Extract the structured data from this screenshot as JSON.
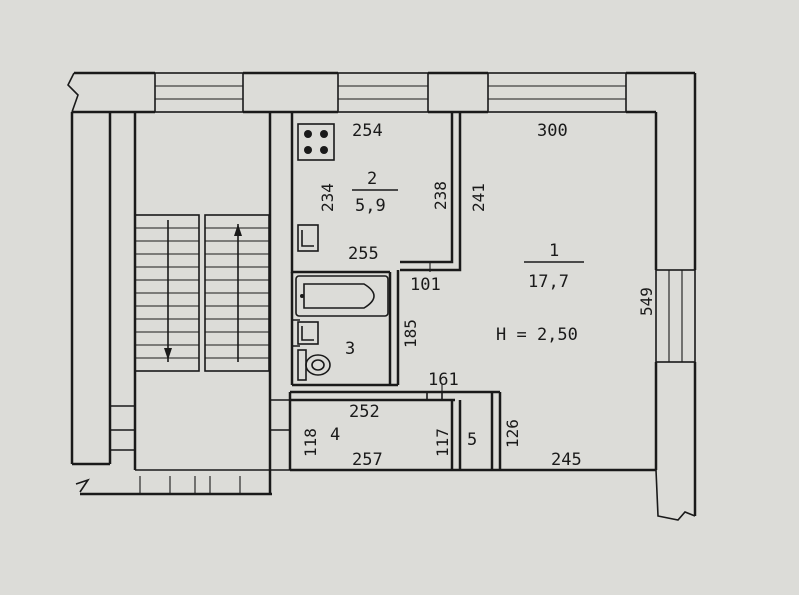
{
  "rooms": {
    "room1": {
      "number": "1",
      "area": "17,7"
    },
    "room2": {
      "number": "2",
      "area": "5,9"
    },
    "room3": {
      "number": "3"
    },
    "room4": {
      "number": "4"
    },
    "room5": {
      "number": "5"
    }
  },
  "ceiling_height": "H = 2,50",
  "dimensions": {
    "d254": "254",
    "d300": "300",
    "d234": "234",
    "d238": "238",
    "d241": "241",
    "d255": "255",
    "d101": "101",
    "d549": "549",
    "d185": "185",
    "d161": "161",
    "d252": "252",
    "d118": "118",
    "d117": "117",
    "d126": "126",
    "d257": "257",
    "d245": "245"
  },
  "icons": {
    "stove": "stove-icon",
    "kitchen_sink": "sink-icon",
    "bathtub": "bathtub-icon",
    "washbasin": "washbasin-icon",
    "toilet": "toilet-icon",
    "stairs": "staircase-icon"
  }
}
